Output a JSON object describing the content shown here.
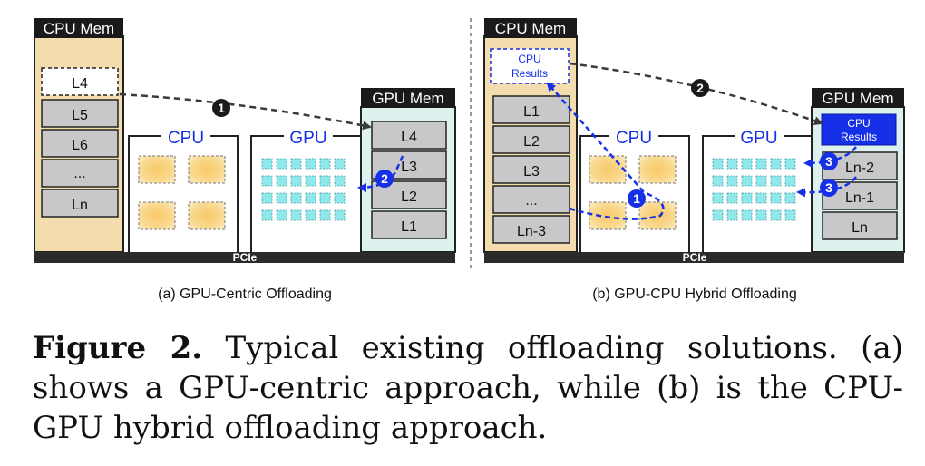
{
  "panel_a": {
    "cpu_mem_label": "CPU Mem",
    "gpu_mem_label": "GPU Mem",
    "cpu_label": "CPU",
    "gpu_label": "GPU",
    "pcie_label": "PCIe",
    "cpu_layers": [
      "L4",
      "L5",
      "L6",
      "...",
      "Ln"
    ],
    "gpu_layers": [
      "L4",
      "L3",
      "L2",
      "L1"
    ],
    "step1": "1",
    "step2": "2",
    "sub_caption": "(a) GPU-Centric Offloading"
  },
  "panel_b": {
    "cpu_mem_label": "CPU Mem",
    "gpu_mem_label": "GPU Mem",
    "cpu_label": "CPU",
    "gpu_label": "GPU",
    "pcie_label": "PCIe",
    "cpu_results": [
      "CPU",
      "Results"
    ],
    "gpu_cpu_results": [
      "CPU",
      "Results"
    ],
    "cpu_layers": [
      "L1",
      "L2",
      "L3",
      "...",
      "Ln-3"
    ],
    "gpu_layers": [
      "Ln-2",
      "Ln-1",
      "Ln"
    ],
    "step1": "1",
    "step2": "2",
    "step3": "3",
    "sub_caption": "(b) GPU-CPU Hybrid Offloading"
  },
  "caption": {
    "label": "Figure 2.",
    "text": " Typical existing offloading solutions. (a) shows a GPU-centric approach, while (b) is the CPU-GPU hybrid offloading approach."
  },
  "colors": {
    "cpu_mem_fill": "#f3dcae",
    "gpu_mem_fill": "#dff1ee",
    "layer_fill": "#c8c8ca",
    "core_orange": "#f5c45a",
    "core_cyan": "#8fe8ea",
    "blue": "#1530e6",
    "dark": "#222222"
  }
}
